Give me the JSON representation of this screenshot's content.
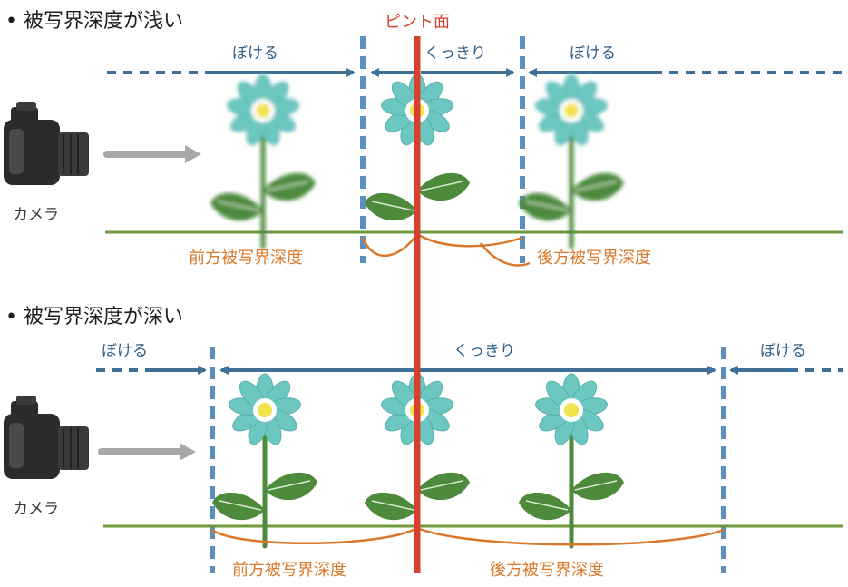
{
  "focus_plane_label": "ピント面",
  "sections": [
    {
      "heading": "被写界深度が浅い",
      "blur_near": "ぼける",
      "sharp": "くっきり",
      "blur_far": "ぼける",
      "front_dof": "前方被写界深度",
      "rear_dof": "後方被写界深度",
      "camera": "カメラ"
    },
    {
      "heading": "被写界深度が深い",
      "blur_near": "ぼける",
      "sharp": "くっきり",
      "blur_far": "ぼける",
      "front_dof": "前方被写界深度",
      "rear_dof": "後方被写界深度",
      "camera": "カメラ"
    }
  ],
  "colors": {
    "focus_plane": "#d6402e",
    "arrow_blue": "#3f6f96",
    "dash_blue": "#5b8fbd",
    "ground": "#6f9a3e",
    "dof_curve": "#d9782a",
    "petal": "#6cc7c0",
    "leaf": "#4e8a3c",
    "camera": "#2b2b2b"
  }
}
